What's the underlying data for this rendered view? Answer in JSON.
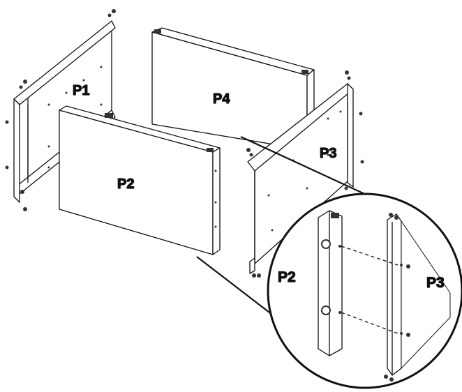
{
  "diagram": {
    "panels": [
      {
        "id": "p1",
        "label": "P1"
      },
      {
        "id": "p4",
        "label": "P4"
      },
      {
        "id": "p2",
        "label": "P2"
      },
      {
        "id": "p3",
        "label": "P3"
      }
    ],
    "detail": {
      "left_label": "P2",
      "right_label": "P3"
    },
    "colors": {
      "line": "#111111",
      "fill": "#ffffff",
      "hardware": "#333333"
    }
  }
}
